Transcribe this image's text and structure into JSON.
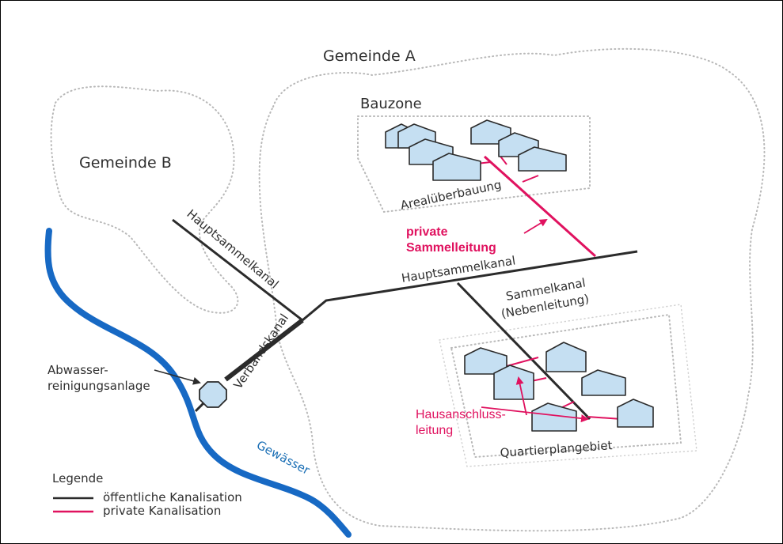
{
  "labels": {
    "gemeinde_a": "Gemeinde A",
    "gemeinde_b": "Gemeinde B",
    "bauzone": "Bauzone",
    "arealueberbauung": "Arealüberbauung",
    "private_sammelleitung_1": "private",
    "private_sammelleitung_2": "Sammelleitung",
    "hauptsammelkanal_diag": "Hauptsammelkanal",
    "hauptsammelkanal_main": "Hauptsammelkanal",
    "sammelkanal_1": "Sammelkanal",
    "sammelkanal_2": "(Nebenleitung)",
    "verbandskanal": "Verbandskanal",
    "abwasser_1": "Abwasser-",
    "abwasser_2": "reinigungsanlage",
    "hausanschluss_1": "Hausanschluss-",
    "hausanschluss_2": "leitung",
    "quartierplangebiet": "Quartierplangebiet",
    "gewaesser": "Gewässer"
  },
  "legend": {
    "title": "Legende",
    "public": "öffentliche Kanalisation",
    "private": "private Kanalisation"
  },
  "colors": {
    "public_line": "#2b2b2b",
    "private_line": "#e0125f",
    "river": "#1769c4",
    "house_fill": "#c5dff2",
    "boundary": "#b8b8b8"
  }
}
